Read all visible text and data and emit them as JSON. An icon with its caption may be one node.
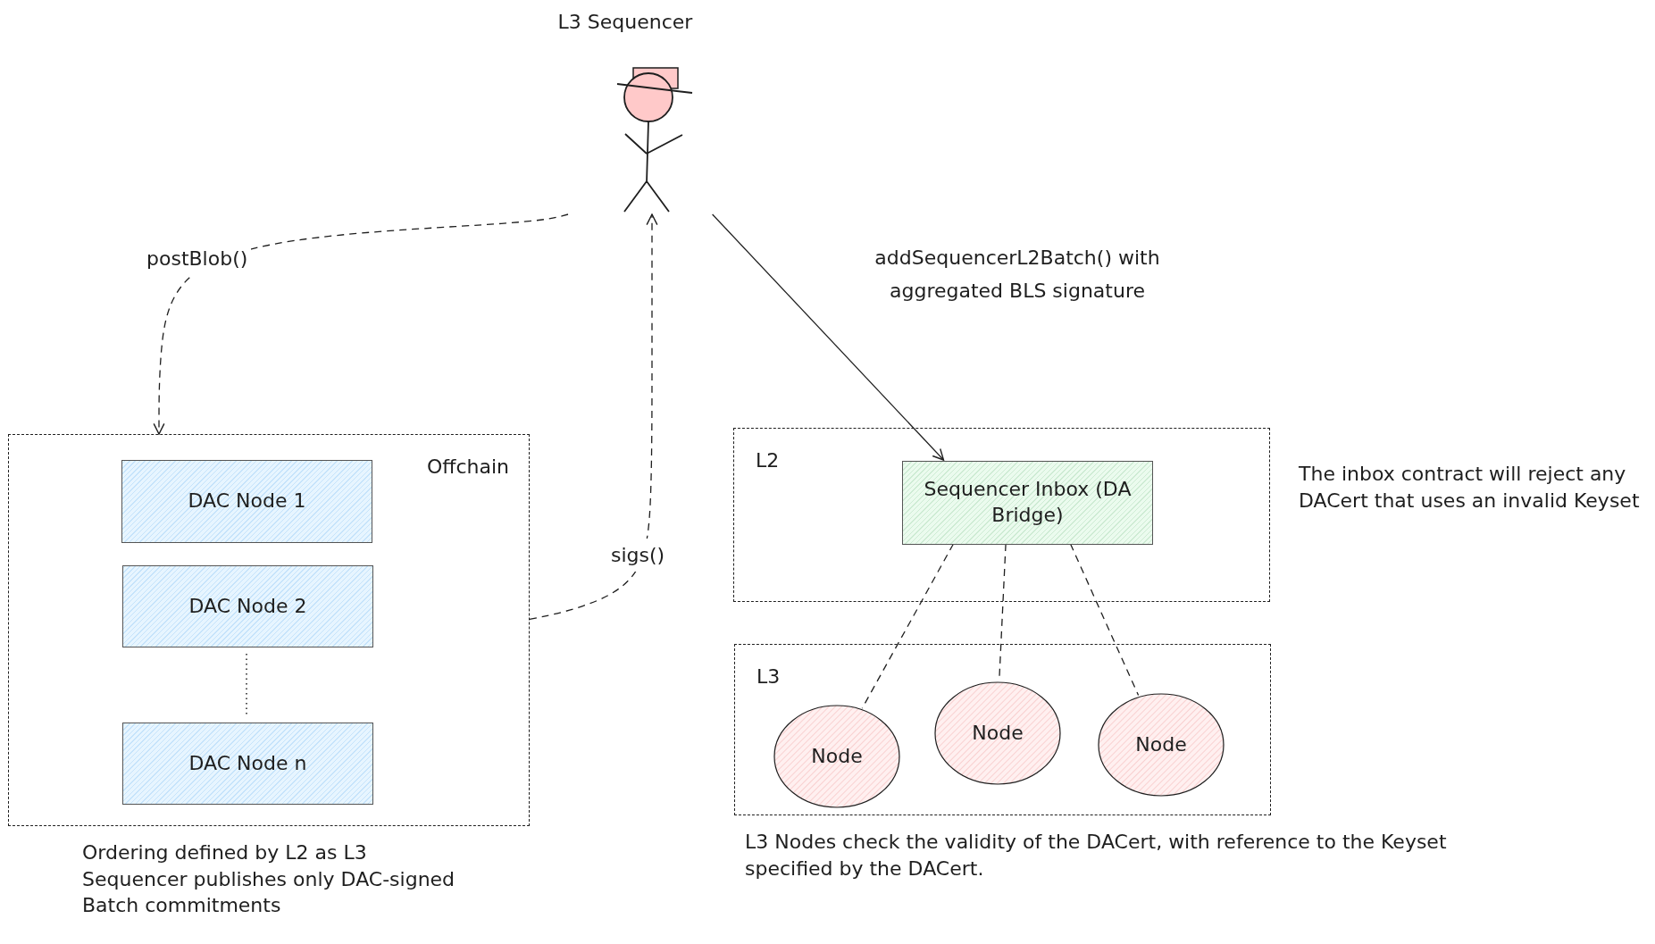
{
  "diagram": {
    "nodes": [
      {
        "text": [
          "L3 Sequencer"
        ]
      },
      {
        "text": [
          "Offchain"
        ],
        "beside": [
          "Ordering defined by L2 as L3 Sequencer publishes only DAC-signed Batch commitments"
        ]
      },
      {
        "text": [
          "DAC Node 1"
        ],
        "in": 1
      },
      {
        "text": [
          "DAC Node 2"
        ],
        "in": 1
      },
      {
        "text": [
          "DAC Node n"
        ],
        "in": 1
      },
      {
        "text": [
          "L2"
        ],
        "beside": [
          "The inbox contract will reject any DACert that uses an invalid Keyset"
        ]
      },
      {
        "text": [
          "Sequencer Inbox (DA Bridge)"
        ],
        "in": 5
      },
      {
        "text": [
          "L3"
        ],
        "beside": [
          "L3 Nodes check the validity of the DACert, with reference to the Keyset specified by the DACert."
        ]
      },
      {
        "text": [
          "Node"
        ],
        "in": 7
      },
      {
        "text": [
          "Node"
        ],
        "in": 7
      },
      {
        "text": [
          "Node"
        ],
        "in": 7
      }
    ],
    "edges": [
      {
        "from": 0,
        "to": 1,
        "arrow": "to",
        "label": "postBlob()",
        "style": "dashed"
      },
      {
        "from": 1,
        "to": 0,
        "arrow": "to",
        "label": "sigs()",
        "style": "dashed"
      },
      {
        "from": 0,
        "to": 6,
        "arrow": "to",
        "label": "addSequencerL2Batch() with aggregated BLS signature"
      },
      {
        "from": 6,
        "to": 8,
        "arrow": "none",
        "style": "dashed"
      },
      {
        "from": 6,
        "to": 9,
        "arrow": "none",
        "style": "dashed"
      },
      {
        "from": 6,
        "to": 10,
        "arrow": "none",
        "style": "dashed"
      }
    ]
  }
}
